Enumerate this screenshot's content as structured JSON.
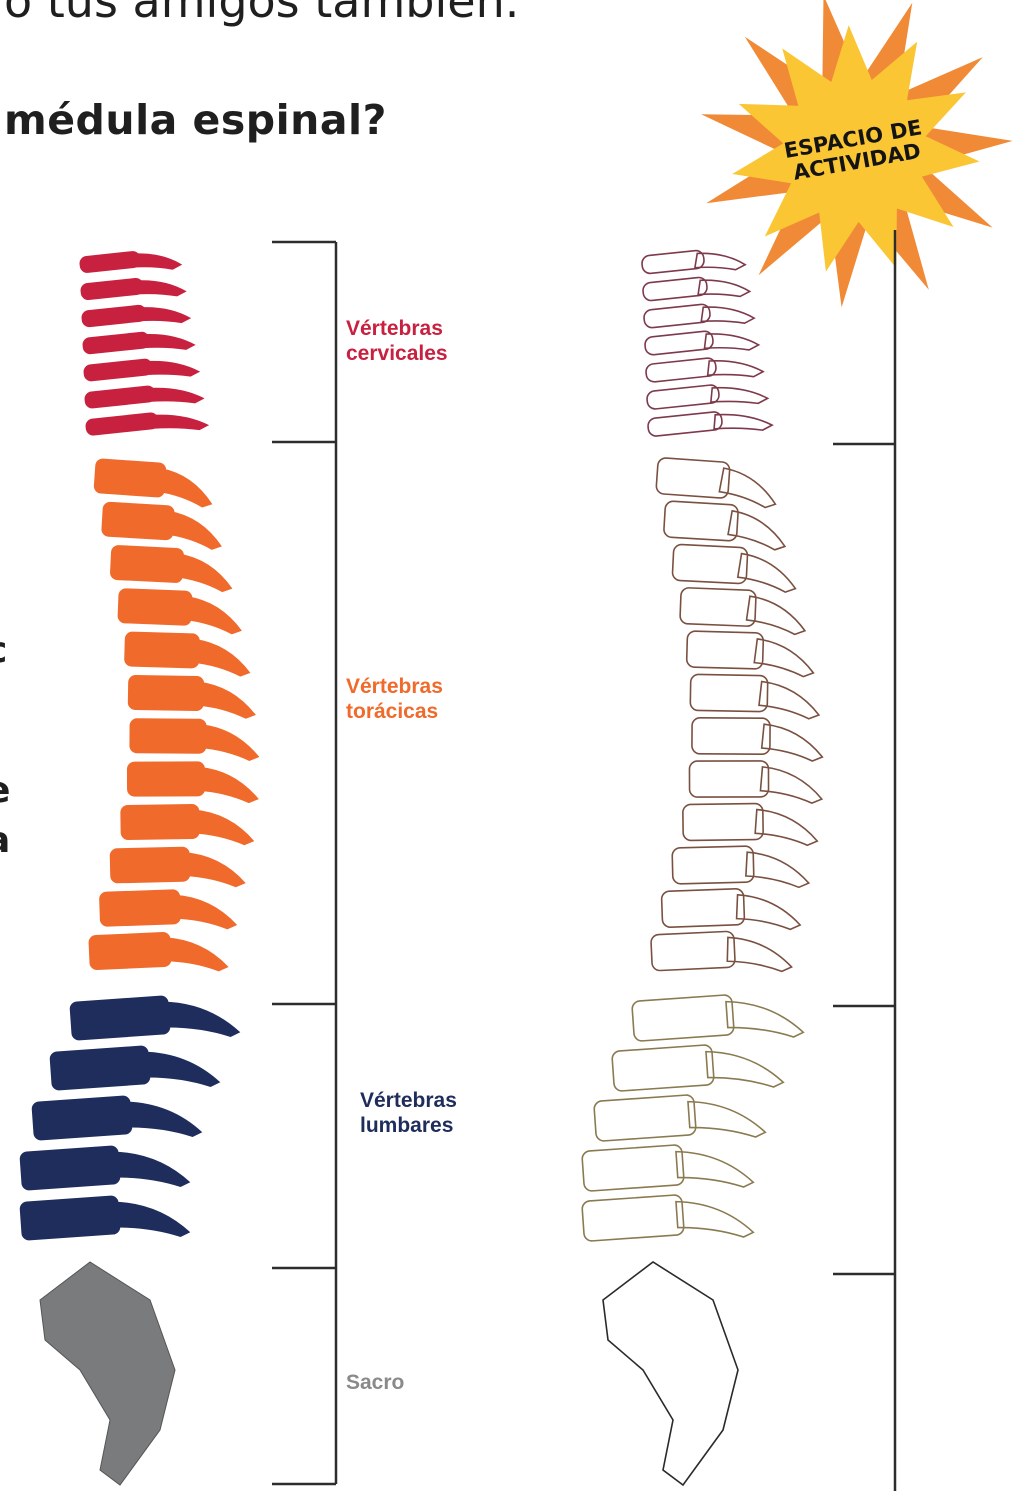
{
  "header": {
    "top_fragment": "o tus amigos también.",
    "question": "médula espinal?"
  },
  "badge": {
    "line1": "ESPACIO DE",
    "line2": "ACTIVIDAD",
    "fill": "#fbc634",
    "outer": "#f08a36"
  },
  "fragments": [
    "c",
    "e",
    "a"
  ],
  "regions": [
    {
      "id": "cervical",
      "line1": "Vértebras",
      "line2": "cervicales",
      "color": "#c8203f",
      "outline": "#7d3a4a"
    },
    {
      "id": "thoracic",
      "line1": "Vértebras",
      "line2": "torácicas",
      "color": "#f06a2c",
      "outline": "#7a5040"
    },
    {
      "id": "lumbar",
      "line1": "Vértebras",
      "line2": "lumbares",
      "color": "#1f2d5c",
      "outline": "#8a7a50"
    },
    {
      "id": "sacrum",
      "line1": "Sacro",
      "line2": "",
      "color": "#7a7b7d",
      "outline": "#2a2a2a"
    }
  ]
}
